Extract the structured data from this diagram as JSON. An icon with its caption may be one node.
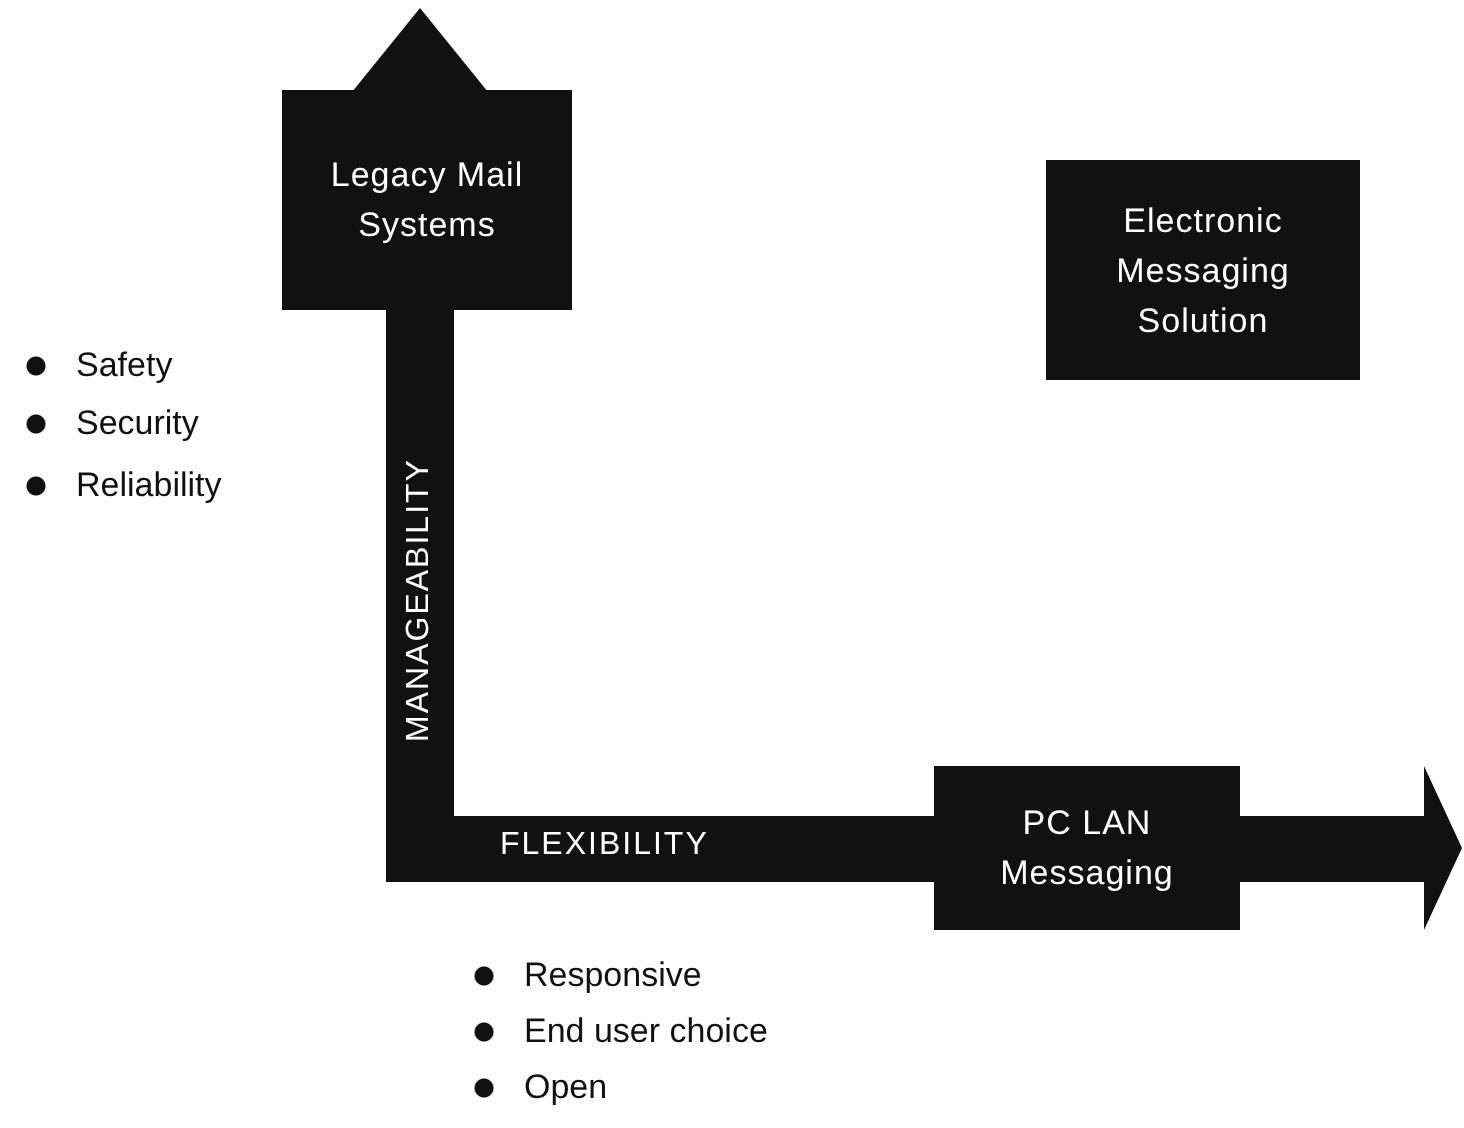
{
  "diagram": {
    "nodes": [
      {
        "text": [
          "Legacy Mail Systems"
        ]
      },
      {
        "text": [
          "Electronic Messaging Solution"
        ]
      },
      {
        "text": [
          "PC LAN Messaging"
        ]
      }
    ],
    "labels": [
      "Safety",
      "Security",
      "Reliability",
      "MANAGEABILITY",
      "FLEXIBILITY",
      "Responsive",
      "End user choice",
      "Open"
    ]
  }
}
